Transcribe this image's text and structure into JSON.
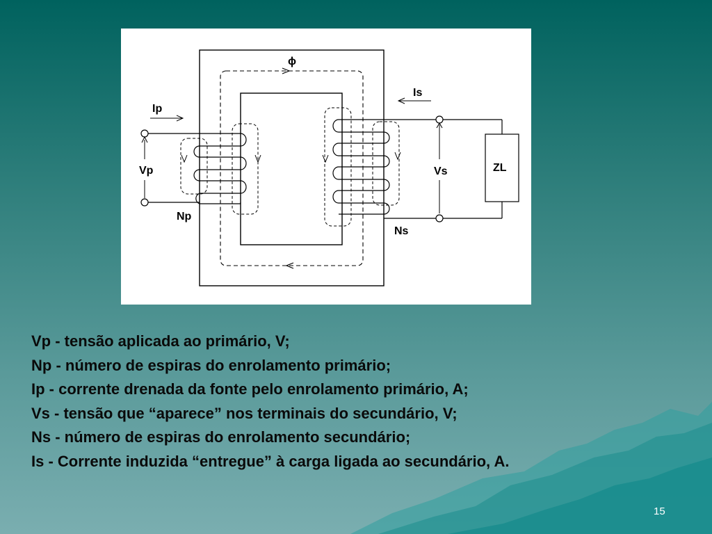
{
  "diagram": {
    "labels": {
      "flux": "ϕ",
      "ip": "Ip",
      "vp": "Vp",
      "np": "Np",
      "is": "Is",
      "vs": "Vs",
      "ns": "Ns",
      "zl": "ZL"
    }
  },
  "legend": [
    "Vp - tensão aplicada ao primário, V;",
    "Np - número de espiras do enrolamento primário;",
    "Ip - corrente drenada da fonte pelo enrolamento primário, A;",
    "Vs - tensão que “aparece” nos terminais do secundário, V;",
    "Ns - número de espiras do enrolamento secundário;",
    "Is - Corrente induzida “entregue” à carga ligada ao secundário, A."
  ],
  "page_number": "15",
  "colors": {
    "background_top": "#00625e",
    "background_bottom": "#7aaeb0",
    "text": "#0a0a0a",
    "page_number": "#ffffff"
  }
}
